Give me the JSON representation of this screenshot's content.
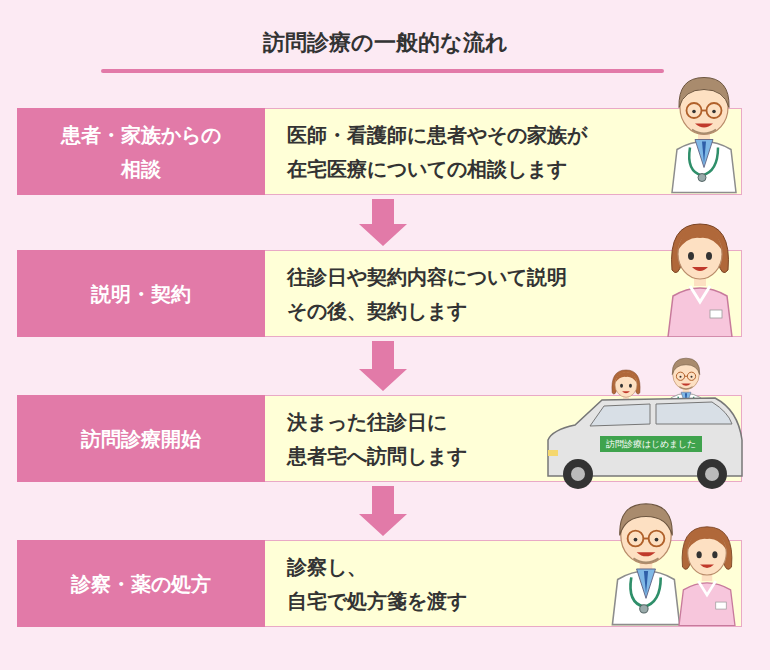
{
  "diagram": {
    "title": "訪問診療の一般的な流れ",
    "nodes": [
      {
        "text": [
          "患者・家族からの 相談"
        ]
      },
      {
        "text": [
          "医師・看護師に患者やその家族が 在宅医療についての相談します"
        ]
      },
      {
        "text": [
          "説明・契約"
        ]
      },
      {
        "text": [
          "往診日や契約内容について説明 その後、契約します"
        ]
      },
      {
        "text": [
          "訪問診療開始"
        ]
      },
      {
        "text": [
          "決まった往診日に 患者宅へ訪問します"
        ]
      },
      {
        "text": [
          "診察・薬の処方"
        ]
      },
      {
        "text": [
          "診察し、 自宅で処方箋を渡す"
        ]
      }
    ],
    "edges": [
      {
        "from": 1,
        "to": 3,
        "arrow": "to"
      },
      {
        "from": 3,
        "to": 5,
        "arrow": "to"
      },
      {
        "from": 5,
        "to": 7,
        "arrow": "to"
      }
    ],
    "labels": [
      "訪問診療はじめました"
    ]
  }
}
